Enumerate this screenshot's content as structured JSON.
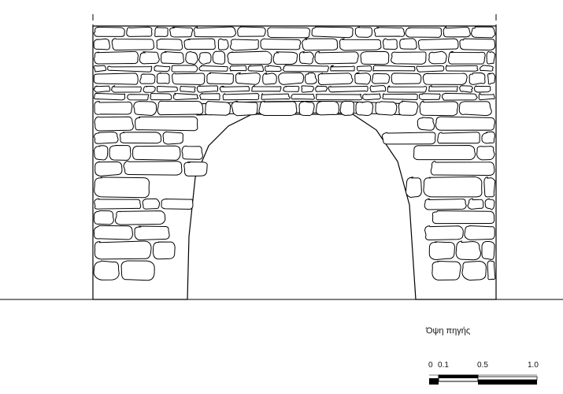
{
  "caption": "Όψη πηγής",
  "scale": {
    "ticks": [
      "0",
      "0.1",
      "0.5",
      "1.0"
    ]
  },
  "colors": {
    "ink": "#000000",
    "paper": "#ffffff"
  }
}
